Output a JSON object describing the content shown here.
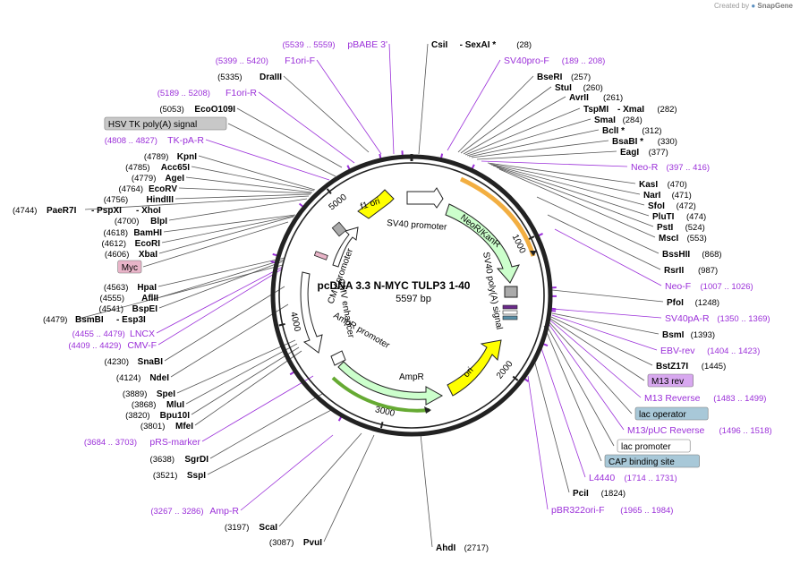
{
  "credit": {
    "prefix": "Created by",
    "brand": "SnapGene"
  },
  "map": {
    "title": "pcDNA 3.3 N-MYC TULP3 1-40",
    "length_bp": "5597 bp",
    "total_bp": 5597,
    "ticks": [
      {
        "bp": 1000,
        "label": "1000"
      },
      {
        "bp": 2000,
        "label": "2000"
      },
      {
        "bp": 3000,
        "label": "3000"
      },
      {
        "bp": 4000,
        "label": "4000"
      },
      {
        "bp": 5000,
        "label": "5000"
      }
    ],
    "colors": {
      "feature_primer": "#9b30d9",
      "backbone": "#222222",
      "yellow_feature": "#ffff00",
      "green_feature": "#ccffcc",
      "white_feature": "#ffffff",
      "neo_highlight": "#f0a020",
      "ampr_highlight": "#66aa33",
      "label_gray_box": "#c8c8c8",
      "label_pink_box": "#e8b4c8",
      "label_violet_box": "#d8a8f0",
      "label_teal_box": "#a8c8d8"
    }
  },
  "inner_features": [
    {
      "id": "f1ori",
      "label": "f1 ori"
    },
    {
      "id": "sv40prom",
      "label": "SV40 promoter"
    },
    {
      "id": "neor",
      "label": "NeoR/KanR"
    },
    {
      "id": "sv40pa",
      "label": "SV40 poly(A) signal"
    },
    {
      "id": "ori",
      "label": "ori"
    },
    {
      "id": "ampr",
      "label": "AmpR"
    },
    {
      "id": "amprprom",
      "label": "AmpR promoter"
    },
    {
      "id": "cmvenh",
      "label": "CMV enhancer"
    },
    {
      "id": "cmvprom",
      "label": "CMV promoter"
    }
  ],
  "right_labels": [
    {
      "id": "csi",
      "name": "CsiI",
      "name2": "SexAI *",
      "pos": "(28)",
      "kind": "site2"
    },
    {
      "id": "sv40prof",
      "name": "SV40pro-F",
      "pos": "(189 .. 208)",
      "kind": "primer"
    },
    {
      "id": "bseri",
      "name": "BseRI",
      "pos": "(257)",
      "kind": "site"
    },
    {
      "id": "stui",
      "name": "StuI",
      "pos": "(260)",
      "kind": "site"
    },
    {
      "id": "avrii",
      "name": "AvrII",
      "pos": "(261)",
      "kind": "site"
    },
    {
      "id": "tspmi",
      "name": "TspMI",
      "name2": "XmaI",
      "pos": "(282)",
      "kind": "site2"
    },
    {
      "id": "smai",
      "name": "SmaI",
      "pos": "(284)",
      "kind": "site"
    },
    {
      "id": "bcli",
      "name": "BclI *",
      "pos": "(312)",
      "kind": "site"
    },
    {
      "id": "bsabi",
      "name": "BsaBI *",
      "pos": "(330)",
      "kind": "site"
    },
    {
      "id": "eagi",
      "name": "EagI",
      "pos": "(377)",
      "kind": "site"
    },
    {
      "id": "neor_p",
      "name": "Neo-R",
      "pos": "(397 .. 416)",
      "kind": "primer"
    },
    {
      "id": "kasi",
      "name": "KasI",
      "pos": "(470)",
      "kind": "site"
    },
    {
      "id": "nari",
      "name": "NarI",
      "pos": "(471)",
      "kind": "site"
    },
    {
      "id": "sfoi",
      "name": "SfoI",
      "pos": "(472)",
      "kind": "site"
    },
    {
      "id": "plutI",
      "name": "PluTI",
      "pos": "(474)",
      "kind": "site"
    },
    {
      "id": "psti",
      "name": "PstI",
      "pos": "(524)",
      "kind": "site"
    },
    {
      "id": "msci",
      "name": "MscI",
      "pos": "(553)",
      "kind": "site"
    },
    {
      "id": "bsshii",
      "name": "BssHII",
      "pos": "(868)",
      "kind": "site"
    },
    {
      "id": "rsrii",
      "name": "RsrII",
      "pos": "(987)",
      "kind": "site"
    },
    {
      "id": "neof",
      "name": "Neo-F",
      "pos": "(1007 .. 1026)",
      "kind": "primer"
    },
    {
      "id": "pfoi",
      "name": "PfoI",
      "pos": "(1248)",
      "kind": "site"
    },
    {
      "id": "sv40par",
      "name": "SV40pA-R",
      "pos": "(1350 .. 1369)",
      "kind": "primer"
    },
    {
      "id": "bsmi",
      "name": "BsmI",
      "pos": "(1393)",
      "kind": "site"
    },
    {
      "id": "ebvrev",
      "name": "EBV-rev",
      "pos": "(1404 .. 1423)",
      "kind": "primer"
    },
    {
      "id": "bstz17i",
      "name": "BstZ17I",
      "pos": "(1445)",
      "kind": "site"
    },
    {
      "id": "m13rev",
      "name": "M13 rev",
      "pos": "",
      "kind": "box_violet"
    },
    {
      "id": "m13reverse",
      "name": "M13 Reverse",
      "pos": "(1483 .. 1499)",
      "kind": "primer"
    },
    {
      "id": "lacop",
      "name": "lac operator",
      "pos": "",
      "kind": "box_teal"
    },
    {
      "id": "m13puc",
      "name": "M13/pUC Reverse",
      "pos": "(1496 .. 1518)",
      "kind": "primer"
    },
    {
      "id": "lacprom",
      "name": "lac promoter",
      "pos": "",
      "kind": "box_white"
    },
    {
      "id": "cap",
      "name": "CAP binding site",
      "pos": "",
      "kind": "box_teal"
    },
    {
      "id": "l4440",
      "name": "L4440",
      "pos": "(1714 .. 1731)",
      "kind": "primer"
    },
    {
      "id": "pcii",
      "name": "PciI",
      "pos": "(1824)",
      "kind": "site"
    },
    {
      "id": "pbr322",
      "name": "pBR322ori-F",
      "pos": "(1965 .. 1984)",
      "kind": "primer"
    },
    {
      "id": "ahdi",
      "name": "AhdI",
      "pos": "(2717)",
      "kind": "site"
    }
  ],
  "left_labels": [
    {
      "id": "pbabe3",
      "name": "pBABE 3'",
      "pos": "(5539 .. 5559)",
      "kind": "primer"
    },
    {
      "id": "f1orif",
      "name": "F1ori-F",
      "pos": "(5399 .. 5420)",
      "kind": "primer"
    },
    {
      "id": "draiii",
      "name": "DraIII",
      "pos": "(5335)",
      "kind": "site"
    },
    {
      "id": "f1orir",
      "name": "F1ori-R",
      "pos": "(5189 .. 5208)",
      "kind": "primer"
    },
    {
      "id": "ecoo109i",
      "name": "EcoO109I",
      "pos": "(5053)",
      "kind": "site"
    },
    {
      "id": "hsvtk",
      "name": "HSV TK poly(A) signal",
      "pos": "",
      "kind": "box_gray"
    },
    {
      "id": "tkpar",
      "name": "TK-pA-R",
      "pos": "(4808 .. 4827)",
      "kind": "primer"
    },
    {
      "id": "kpni",
      "name": "KpnI",
      "pos": "(4789)",
      "kind": "site"
    },
    {
      "id": "acc65i",
      "name": "Acc65I",
      "pos": "(4785)",
      "kind": "site"
    },
    {
      "id": "agei",
      "name": "AgeI",
      "pos": "(4779)",
      "kind": "site"
    },
    {
      "id": "ecorv",
      "name": "EcoRV",
      "pos": "(4764)",
      "kind": "site"
    },
    {
      "id": "hindiii",
      "name": "HindIII",
      "pos": "(4756)",
      "kind": "site"
    },
    {
      "id": "paer7i",
      "name": "PaeR7I",
      "name2": "PspXI",
      "name3": "XhoI",
      "pos": "(4744)",
      "kind": "site3"
    },
    {
      "id": "blpi",
      "name": "BlpI",
      "pos": "(4700)",
      "kind": "site"
    },
    {
      "id": "bamhi",
      "name": "BamHI",
      "pos": "(4618)",
      "kind": "site"
    },
    {
      "id": "ecori",
      "name": "EcoRI",
      "pos": "(4612)",
      "kind": "site"
    },
    {
      "id": "xbai",
      "name": "XbaI",
      "pos": "(4606)",
      "kind": "site"
    },
    {
      "id": "myc",
      "name": "Myc",
      "pos": "",
      "kind": "box_pink"
    },
    {
      "id": "hpai",
      "name": "HpaI",
      "pos": "(4563)",
      "kind": "site"
    },
    {
      "id": "aflii",
      "name": "AflII",
      "pos": "(4555)",
      "kind": "site"
    },
    {
      "id": "bspei",
      "name": "BspEI",
      "pos": "(4541)",
      "kind": "site"
    },
    {
      "id": "bsmbi",
      "name": "BsmBI",
      "name2": "Esp3I",
      "pos": "(4479)",
      "kind": "site2"
    },
    {
      "id": "lncx",
      "name": "LNCX",
      "pos": "(4455 .. 4479)",
      "kind": "primer"
    },
    {
      "id": "cmvf",
      "name": "CMV-F",
      "pos": "(4409 .. 4429)",
      "kind": "primer"
    },
    {
      "id": "snabi",
      "name": "SnaBI",
      "pos": "(4230)",
      "kind": "site"
    },
    {
      "id": "ndei",
      "name": "NdeI",
      "pos": "(4124)",
      "kind": "site"
    },
    {
      "id": "spei",
      "name": "SpeI",
      "pos": "(3889)",
      "kind": "site"
    },
    {
      "id": "mlui",
      "name": "MluI",
      "pos": "(3868)",
      "kind": "site"
    },
    {
      "id": "bpu10i",
      "name": "Bpu10I",
      "pos": "(3820)",
      "kind": "site"
    },
    {
      "id": "mfei",
      "name": "MfeI",
      "pos": "(3801)",
      "kind": "site"
    },
    {
      "id": "prsmarker",
      "name": "pRS-marker",
      "pos": "(3684 .. 3703)",
      "kind": "primer"
    },
    {
      "id": "sgrdi",
      "name": "SgrDI",
      "pos": "(3638)",
      "kind": "site"
    },
    {
      "id": "sspi",
      "name": "SspI",
      "pos": "(3521)",
      "kind": "site"
    },
    {
      "id": "ampr_p",
      "name": "Amp-R",
      "pos": "(3267 .. 3286)",
      "kind": "primer"
    },
    {
      "id": "scai",
      "name": "ScaI",
      "pos": "(3197)",
      "kind": "site"
    },
    {
      "id": "pvui",
      "name": "PvuI",
      "pos": "(3087)",
      "kind": "site"
    }
  ]
}
